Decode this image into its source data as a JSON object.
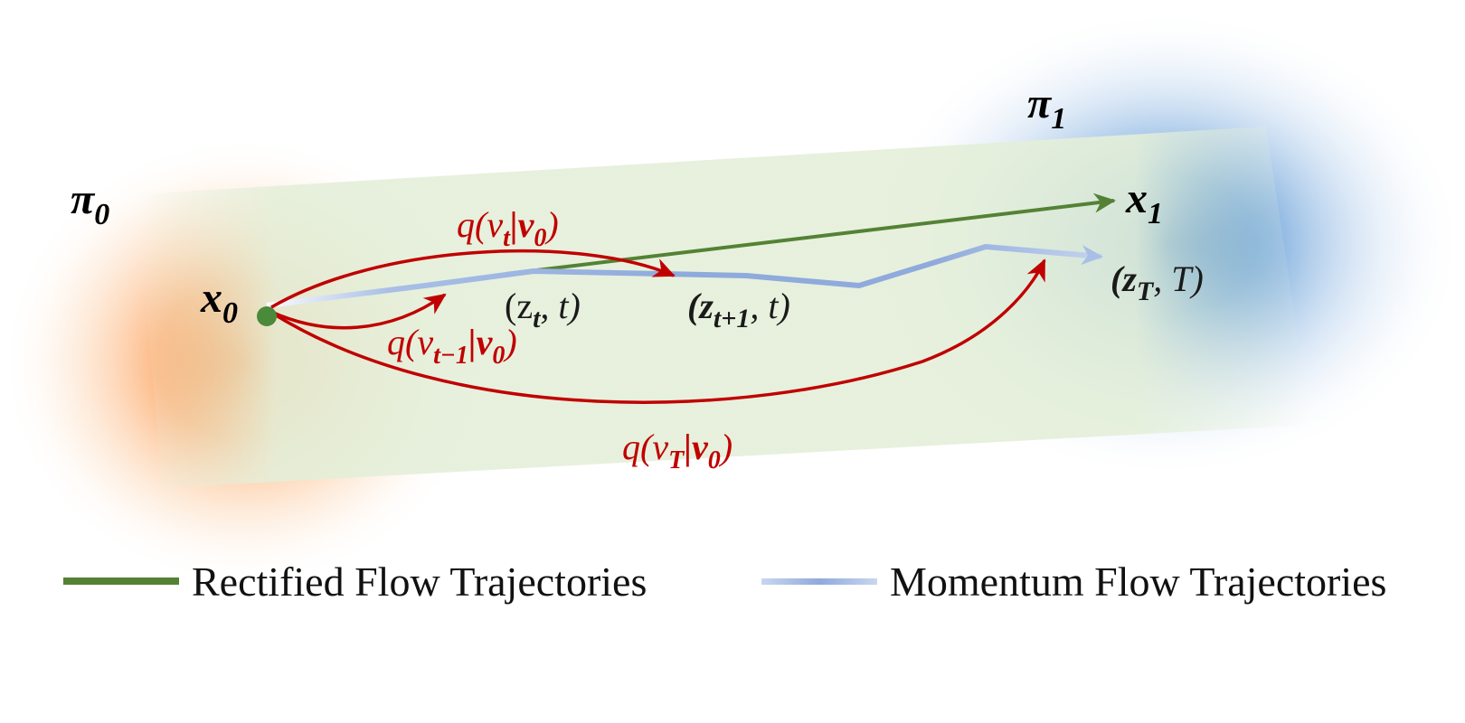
{
  "diagram": {
    "distributions": {
      "source": {
        "label": "π",
        "sub": "0",
        "color": "#fb8c3c"
      },
      "target": {
        "label": "π",
        "sub": "1",
        "color": "#1f6cbf"
      }
    },
    "points": {
      "start": {
        "label": "x",
        "sub": "0",
        "dot_color": "#4a8a3a"
      },
      "end": {
        "label": "x",
        "sub": "1"
      }
    },
    "states": {
      "z_t": {
        "open": "(z",
        "sub": "t",
        "rest": ", t)"
      },
      "z_t1": {
        "open": "(z",
        "sub": "t+1",
        "rest": ", t)"
      },
      "z_T": {
        "open": "(z",
        "sub": "T",
        "rest": ", T)"
      }
    },
    "conditionals": {
      "q_vt": {
        "q": "q(v",
        "sub": "t",
        "mid": "|v",
        "sub2": "0",
        "close": ")"
      },
      "q_vt1": {
        "q": "q(v",
        "sub": "t−1",
        "mid": "|v",
        "sub2": "0",
        "close": ")"
      },
      "q_vT": {
        "q": "q(v",
        "sub": "T",
        "mid": "|v",
        "sub2": "0",
        "close": ")"
      }
    },
    "colors": {
      "rectified": "#548235",
      "momentum": "#8faadc",
      "conditional": "#c00000",
      "corridor": "#e4efd9",
      "state_text": "#1a1a1a"
    }
  },
  "legend": {
    "rectified_label": "Rectified Flow Trajectories",
    "momentum_label": "Momentum Flow Trajectories"
  }
}
